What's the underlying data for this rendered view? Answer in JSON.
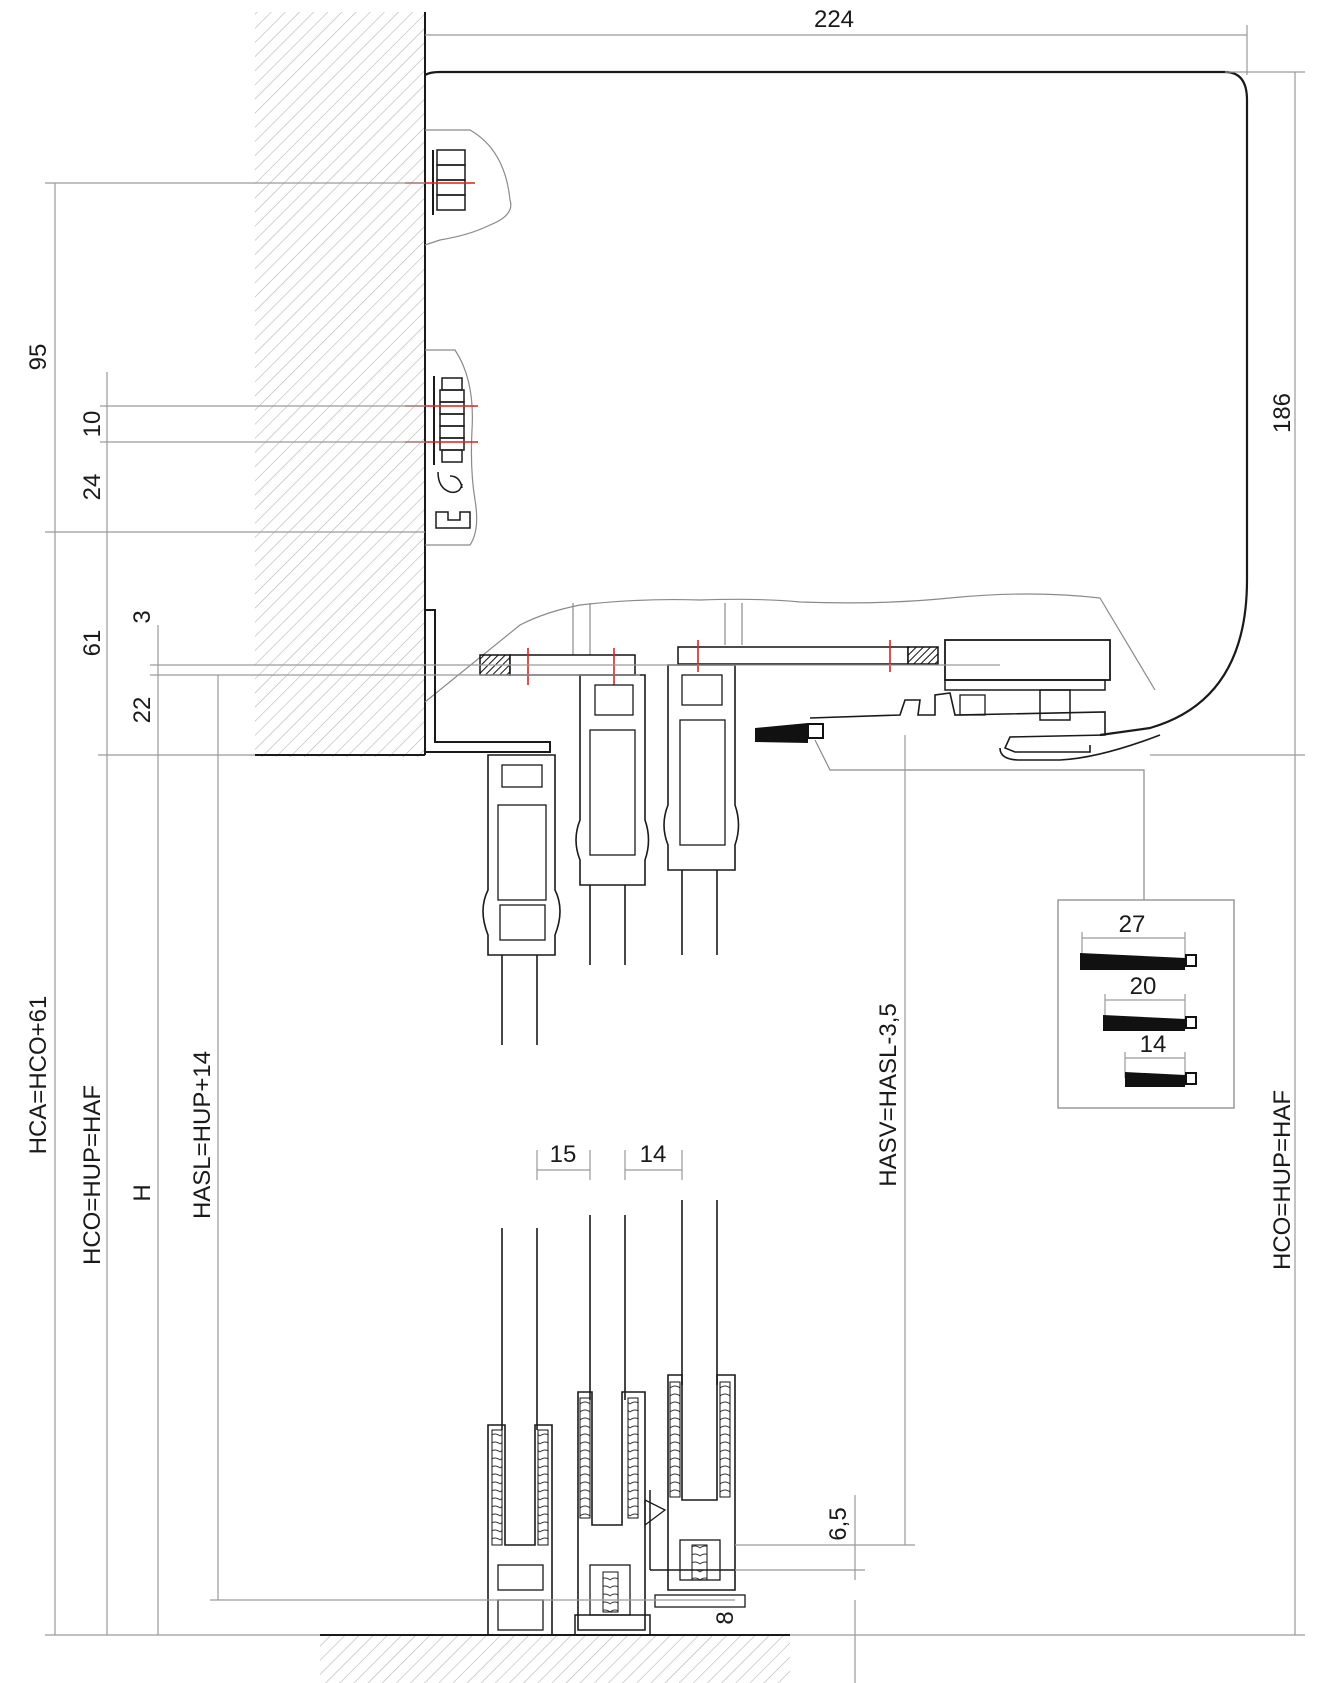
{
  "drawing": {
    "labels": {
      "width_top": "224",
      "height_right": "186",
      "left_95": "95",
      "left_10": "10",
      "left_24": "24",
      "left_61": "61",
      "left_3": "3",
      "left_22": "22",
      "gap_15": "15",
      "gap_14": "14",
      "bottom_6_5": "6,5",
      "bottom_8": "8",
      "hca": "HCA=HCO+61",
      "hco_left": "HCO=HUP=HAF",
      "h": "H",
      "hasl": "HASL=HUP+14",
      "hasv": "HASV=HASL-3,5",
      "hco_right": "HCO=HUP=HAF"
    },
    "brush_inset": {
      "labels": [
        "27",
        "20",
        "14"
      ]
    }
  }
}
